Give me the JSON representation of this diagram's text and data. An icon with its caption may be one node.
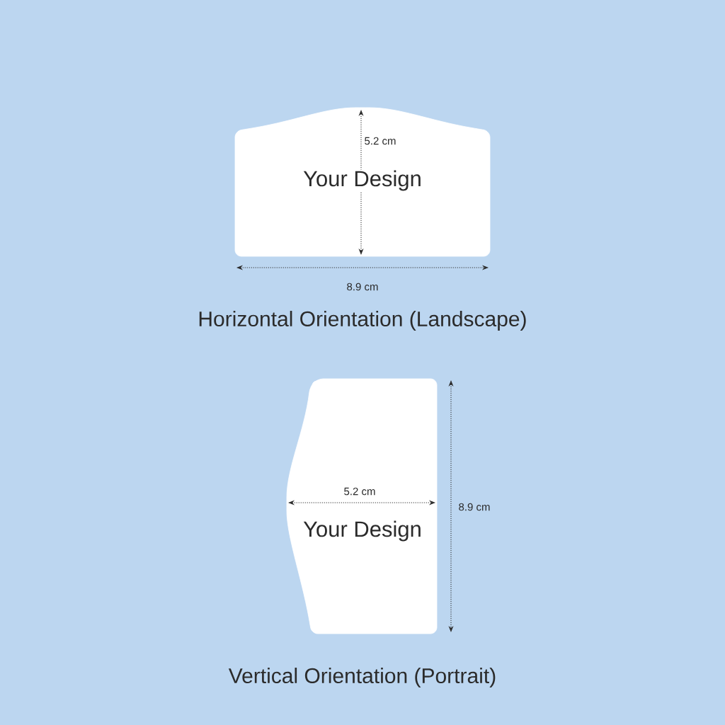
{
  "diagram": {
    "nodes": [
      {
        "text": [
          "Your Design"
        ],
        "beside": [
          "Horizontal Orientation (Landscape)"
        ]
      },
      {
        "text": [
          "Your Design"
        ],
        "beside": [
          "Vertical Orientation (Portrait)"
        ]
      }
    ],
    "labels": [
      "5.2 cm",
      "8.9 cm",
      "5.2 cm",
      "8.9 cm"
    ]
  }
}
